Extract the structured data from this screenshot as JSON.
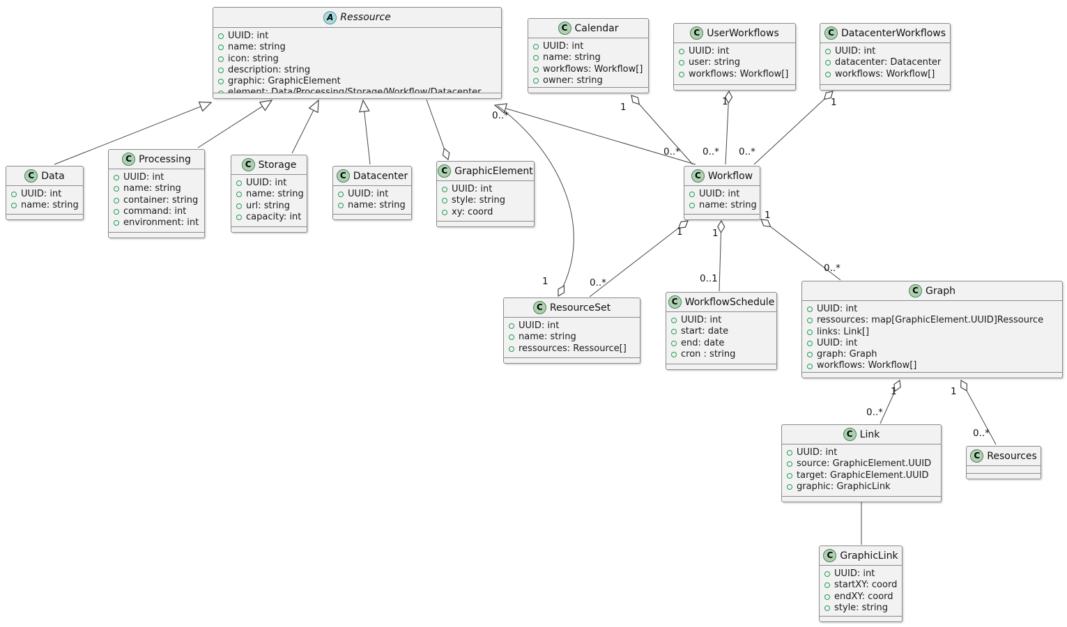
{
  "diagram_type": "uml-class-diagram",
  "colors": {
    "box_fill": "#F2F2F2",
    "box_border": "#8A8A8A",
    "edge": "#444444",
    "class_icon_fill": "#ADD1B2",
    "abstract_icon_fill": "#A9DCDF",
    "field_dot": "#1F9D55"
  },
  "classes": {
    "ressource": {
      "icon": "A",
      "name": "Ressource",
      "attributes": [
        "UUID: int",
        "name: string",
        "icon: string",
        "description: string",
        "graphic: GraphicElement",
        "element: Data/Processing/Storage/Workflow/Datacenter"
      ]
    },
    "calendar": {
      "icon": "C",
      "name": "Calendar",
      "attributes": [
        "UUID: int",
        "name: string",
        "workflows: Workflow[]",
        "owner: string"
      ]
    },
    "userWorkflows": {
      "icon": "C",
      "name": "UserWorkflows",
      "attributes": [
        "UUID: int",
        "user: string",
        "workflows: Workflow[]"
      ]
    },
    "datacenterWorkflows": {
      "icon": "C",
      "name": "DatacenterWorkflows",
      "attributes": [
        "UUID: int",
        "datacenter: Datacenter",
        "workflows: Workflow[]"
      ]
    },
    "data": {
      "icon": "C",
      "name": "Data",
      "attributes": [
        "UUID: int",
        "name: string"
      ]
    },
    "processing": {
      "icon": "C",
      "name": "Processing",
      "attributes": [
        "UUID: int",
        "name: string",
        "container: string",
        "command: int",
        "environment: int"
      ]
    },
    "storage": {
      "icon": "C",
      "name": "Storage",
      "attributes": [
        "UUID: int",
        "name: string",
        "url: string",
        "capacity: int"
      ]
    },
    "datacenter": {
      "icon": "C",
      "name": "Datacenter",
      "attributes": [
        "UUID: int",
        "name: string"
      ]
    },
    "graphicElement": {
      "icon": "C",
      "name": "GraphicElement",
      "attributes": [
        "UUID: int",
        "style: string",
        "xy: coord"
      ]
    },
    "workflow": {
      "icon": "C",
      "name": "Workflow",
      "attributes": [
        "UUID: int",
        "name: string"
      ]
    },
    "resourceSet": {
      "icon": "C",
      "name": "ResourceSet",
      "attributes": [
        "UUID: int",
        "name: string",
        "ressources: Ressource[]"
      ]
    },
    "workflowSchedule": {
      "icon": "C",
      "name": "WorkflowSchedule",
      "attributes": [
        "UUID: int",
        "start: date",
        "end: date",
        "cron : string"
      ]
    },
    "graph": {
      "icon": "C",
      "name": "Graph",
      "attributes": [
        "UUID: int",
        "ressources: map[GraphicElement.UUID]Ressource",
        "links: Link[]",
        "UUID: int",
        "graph: Graph",
        "workflows: Workflow[]"
      ]
    },
    "link": {
      "icon": "C",
      "name": "Link",
      "attributes": [
        "UUID: int",
        "source: GraphicElement.UUID",
        "target: GraphicElement.UUID",
        "graphic: GraphicLink"
      ]
    },
    "resources": {
      "icon": "C",
      "name": "Resources",
      "attributes": []
    },
    "graphicLink": {
      "icon": "C",
      "name": "GraphicLink",
      "attributes": [
        "UUID: int",
        "startXY: coord",
        "endXY: coord",
        "style: string"
      ]
    }
  },
  "multiplicities": {
    "calendar_workflow_one": "1",
    "calendar_workflow_many": "0..*",
    "userworkflows_workflow_one": "1",
    "userworkflows_workflow_many": "0..*",
    "datacenterworkflows_workflow_one": "1",
    "datacenterworkflows_workflow_many": "0..*",
    "workflow_resourceset_one": "1",
    "workflow_resourceset_many": "0..*",
    "workflow_schedule_one": "1",
    "workflow_schedule_opt": "0..1",
    "workflow_graph_one": "1",
    "workflow_graph_many": "0..*",
    "resourceset_ressource_many": "0..*",
    "resourceset_ressource_one": "1",
    "graph_link_one": "1",
    "graph_link_many": "0..*",
    "graph_resources_one": "1",
    "graph_resources_many": "0..*"
  }
}
